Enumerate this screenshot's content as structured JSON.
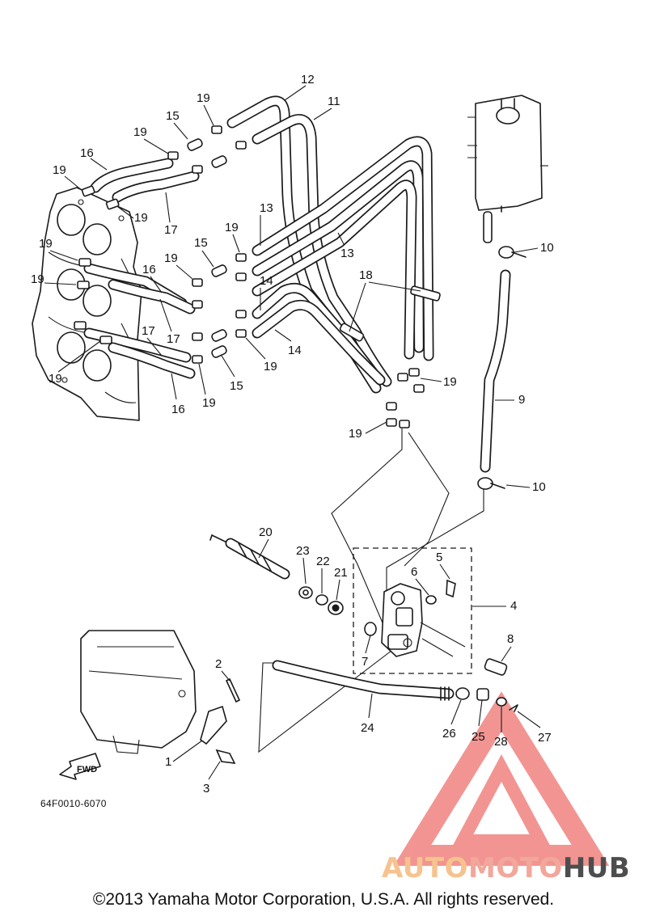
{
  "diagram": {
    "drawing_code": "64F0010-6070",
    "fwd_label": "FWD",
    "copyright": "©2013 Yamaha Motor Corporation, U.S.A. All rights reserved.",
    "watermark": {
      "part1": "AUTO",
      "part2": "MOTO",
      "part3": "HUB",
      "color_triangle": "#e8403a"
    },
    "callouts": [
      "1",
      "2",
      "3",
      "4",
      "5",
      "6",
      "7",
      "8",
      "9",
      "10",
      "11",
      "12",
      "13",
      "14",
      "15",
      "16",
      "17",
      "18",
      "19",
      "20",
      "21",
      "22",
      "23",
      "24",
      "25",
      "26",
      "27",
      "28"
    ]
  }
}
